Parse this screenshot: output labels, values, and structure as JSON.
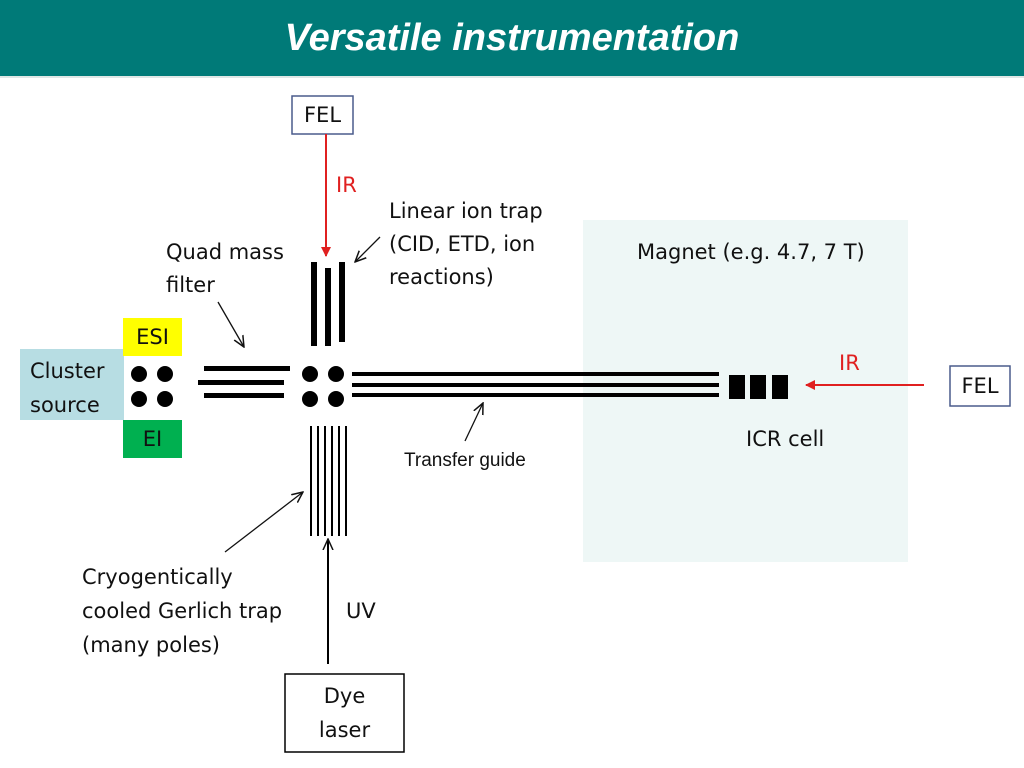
{
  "slide": {
    "title": "Versatile instrumentation"
  },
  "colors": {
    "header": "#007a78",
    "magnet_region": "#eef7f6",
    "cluster_source": "#b7dde3",
    "esi": "#ffff00",
    "ei": "#00b050",
    "ir_arrow": "#e02020"
  },
  "labels": {
    "fel_top": "FEL",
    "ir_top": "IR",
    "linear_trap_l1": "Linear ion trap",
    "linear_trap_l2": "(CID, ETD, ion",
    "linear_trap_l3": "reactions)",
    "quad_l1": "Quad mass",
    "quad_l2": "filter",
    "magnet": "Magnet (e.g. 4.7, 7 T)",
    "esi": "ESI",
    "cluster_l1": "Cluster",
    "cluster_l2": "source",
    "ei": "EI",
    "ir_right": "IR",
    "fel_right": "FEL",
    "icr_cell": "ICR cell",
    "transfer_guide": "Transfer guide",
    "cryo_l1": "Cryogentically",
    "cryo_l2": "cooled Gerlich trap",
    "cryo_l3": "(many poles)",
    "uv": "UV",
    "dye_l1": "Dye",
    "dye_l2": "laser"
  }
}
